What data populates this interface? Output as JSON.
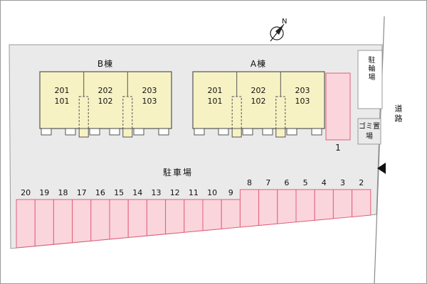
{
  "compass": {
    "label": "N"
  },
  "buildings": [
    {
      "name": "B棟",
      "units": [
        {
          "upper": "201",
          "lower": "101"
        },
        {
          "upper": "202",
          "lower": "102"
        },
        {
          "upper": "203",
          "lower": "103"
        }
      ]
    },
    {
      "name": "A棟",
      "units": [
        {
          "upper": "201",
          "lower": "101"
        },
        {
          "upper": "202",
          "lower": "102"
        },
        {
          "upper": "203",
          "lower": "103"
        }
      ]
    }
  ],
  "facilities": {
    "bicycle_parking": "駐輪場",
    "garbage_area": "ゴミ置場",
    "road": "道路"
  },
  "parking": {
    "area_label": "駐車場",
    "space_one_label": "1",
    "stall_numbers": [
      "20",
      "19",
      "18",
      "17",
      "16",
      "15",
      "14",
      "13",
      "12",
      "11",
      "10",
      "9",
      "8",
      "7",
      "6",
      "5",
      "4",
      "3",
      "2"
    ]
  },
  "colors": {
    "site_fill": "#eaeaea",
    "building_fill": "#f7f2c4",
    "stall_fill": "#fbd5dc",
    "stall_stroke": "#e0607a"
  }
}
